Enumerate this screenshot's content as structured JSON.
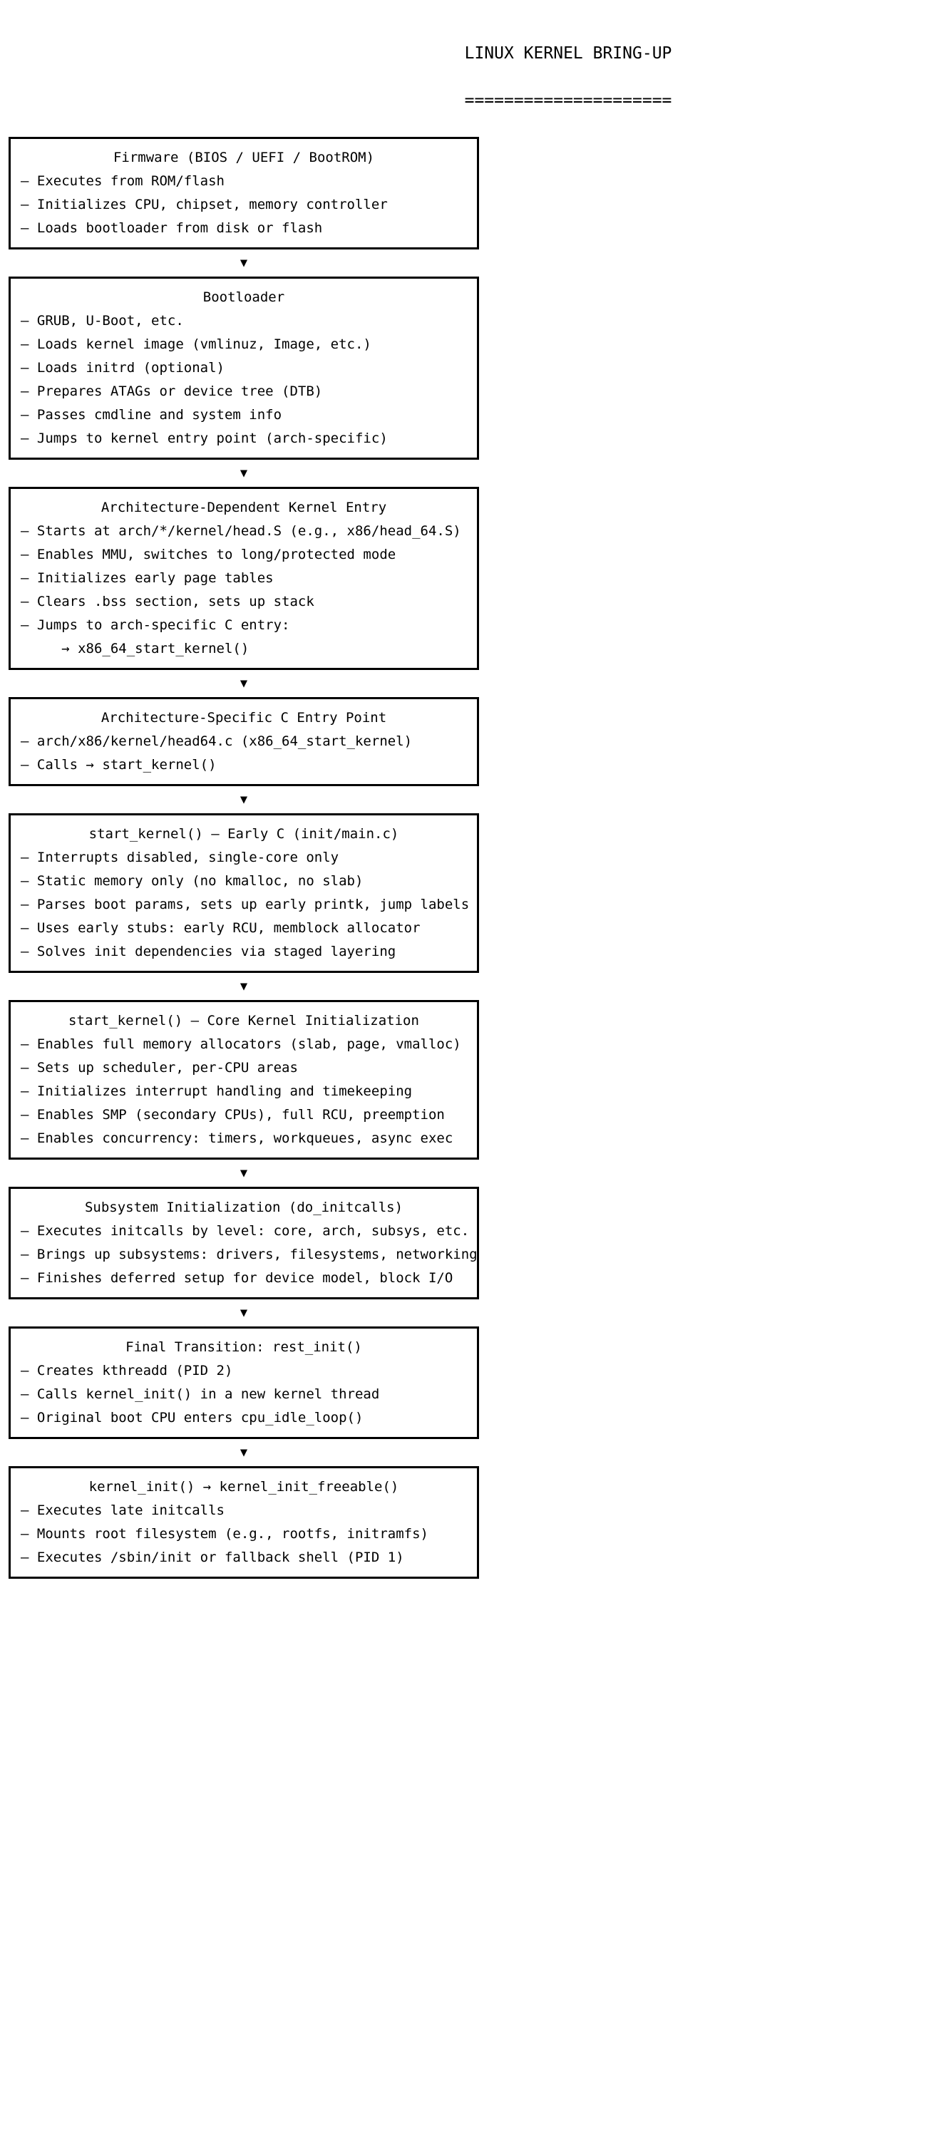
{
  "document": {
    "title": "LINUX KERNEL BRING-UP",
    "title_rule": "=====================",
    "connector_glyph": "▼",
    "colors": {
      "background": "#ffffff",
      "foreground": "#000000",
      "box_border": "#000000"
    }
  },
  "flow": {
    "nodes": [
      {
        "id": "firmware",
        "heading": "Firmware (BIOS / UEFI / BootROM)",
        "lines": [
          "– Executes from ROM/flash",
          "– Initializes CPU, chipset, memory controller",
          "– Loads bootloader from disk or flash"
        ]
      },
      {
        "id": "bootloader",
        "heading": "Bootloader",
        "lines": [
          "– GRUB, U-Boot, etc.",
          "– Loads kernel image (vmlinuz, Image, etc.)",
          "– Loads initrd (optional)",
          "– Prepares ATAGs or device tree (DTB)",
          "– Passes cmdline and system info",
          "– Jumps to kernel entry point (arch-specific)"
        ]
      },
      {
        "id": "arch-dependent-kernel-entry",
        "heading": "Architecture-Dependent Kernel Entry",
        "lines": [
          "– Starts at arch/*/kernel/head.S (e.g., x86/head_64.S)",
          "– Enables MMU, switches to long/protected mode",
          "– Initializes early page tables",
          "– Clears .bss section, sets up stack",
          "– Jumps to arch-specific C entry:",
          "     → x86_64_start_kernel()"
        ]
      },
      {
        "id": "arch-specific-c-entry",
        "heading": "Architecture-Specific C Entry Point",
        "lines": [
          "– arch/x86/kernel/head64.c (x86_64_start_kernel)",
          "– Calls → start_kernel()"
        ]
      },
      {
        "id": "start-kernel-early-c",
        "heading": "start_kernel() – Early C (init/main.c)",
        "lines": [
          "– Interrupts disabled, single-core only",
          "– Static memory only (no kmalloc, no slab)",
          "– Parses boot params, sets up early printk, jump labels",
          "– Uses early stubs: early RCU, memblock allocator",
          "– Solves init dependencies via staged layering"
        ]
      },
      {
        "id": "start-kernel-core-init",
        "heading": "start_kernel() – Core Kernel Initialization",
        "lines": [
          "– Enables full memory allocators (slab, page, vmalloc)",
          "– Sets up scheduler, per-CPU areas",
          "– Initializes interrupt handling and timekeeping",
          "– Enables SMP (secondary CPUs), full RCU, preemption",
          "– Enables concurrency: timers, workqueues, async exec"
        ]
      },
      {
        "id": "subsystem-initialization",
        "heading": "Subsystem Initialization (do_initcalls)",
        "lines": [
          "– Executes initcalls by level: core, arch, subsys, etc.",
          "– Brings up subsystems: drivers, filesystems, networking",
          "– Finishes deferred setup for device model, block I/O"
        ]
      },
      {
        "id": "final-transition-rest-init",
        "heading": "Final Transition: rest_init()",
        "lines": [
          "– Creates kthreadd (PID 2)",
          "– Calls kernel_init() in a new kernel thread",
          "– Original boot CPU enters cpu_idle_loop()"
        ]
      },
      {
        "id": "kernel-init-freeable",
        "heading": "kernel_init() → kernel_init_freeable()",
        "lines": [
          "– Executes late initcalls",
          "– Mounts root filesystem (e.g., rootfs, initramfs)",
          "– Executes /sbin/init or fallback shell (PID 1)"
        ]
      }
    ]
  }
}
